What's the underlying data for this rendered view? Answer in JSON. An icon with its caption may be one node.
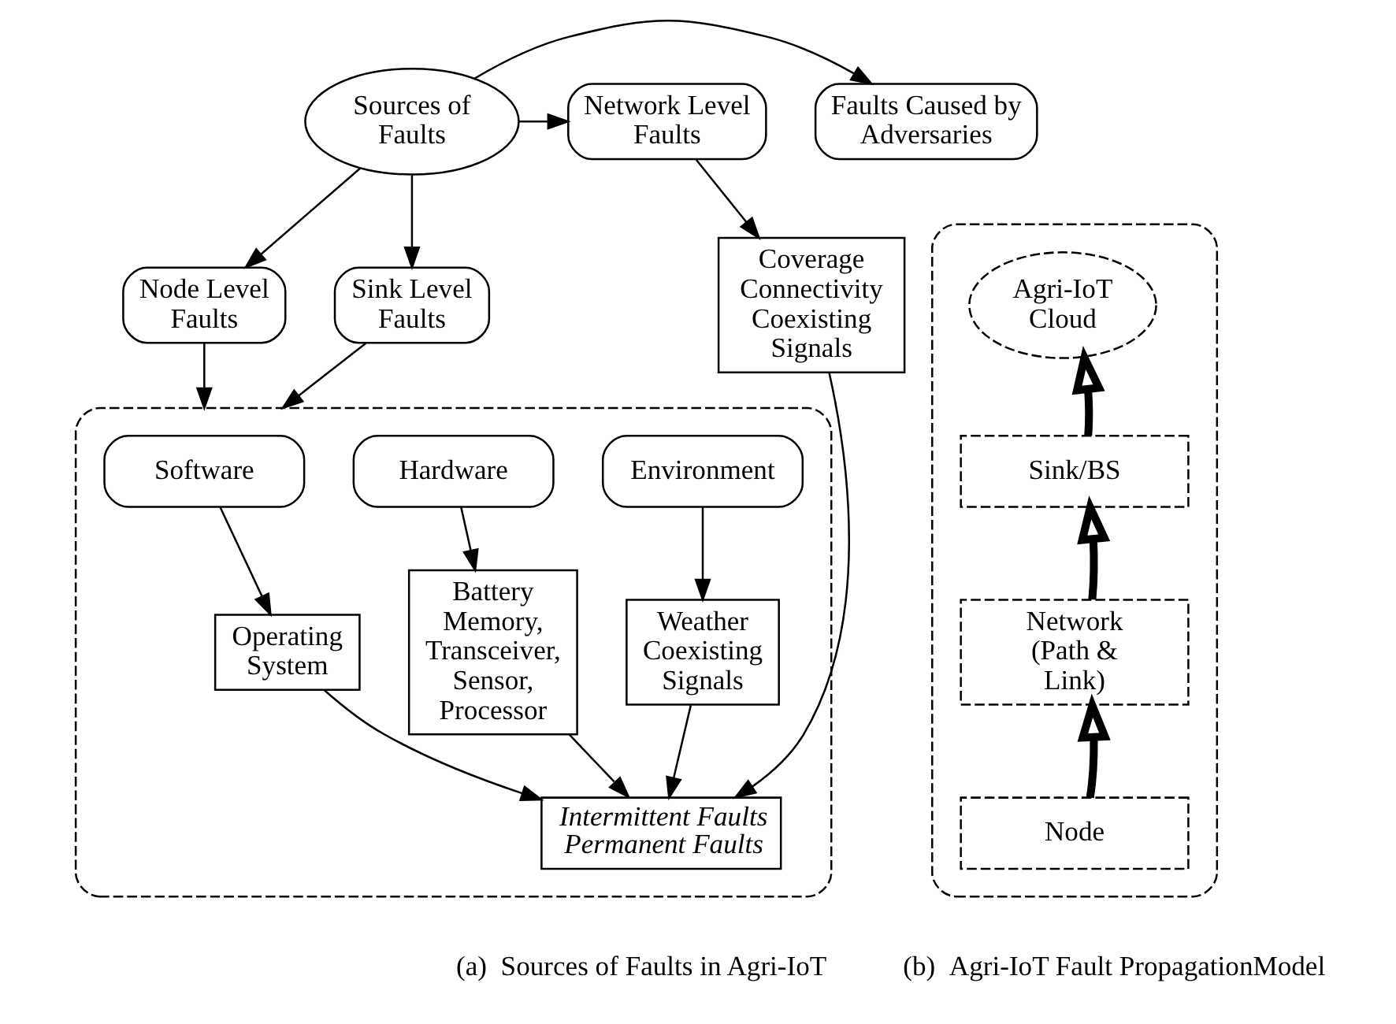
{
  "diagram": {
    "nodes": [
      {
        "text": [
          "Sources of Faults"
        ]
      },
      {
        "text": [
          "Faults Caused by Adversaries"
        ]
      },
      {
        "text": [
          "Network Level Faults"
        ]
      },
      {
        "text": [
          "Node Level Faults"
        ]
      },
      {
        "text": [
          "Sink Level Faults"
        ]
      },
      {
        "text": [
          "Coverage Connectivity Coexisting Signals"
        ]
      },
      {
        "text": [],
        "shape": "box"
      },
      {
        "text": [
          "Software"
        ],
        "in": 6
      },
      {
        "text": [
          "Hardware"
        ],
        "in": 6
      },
      {
        "text": [
          "Environment"
        ],
        "in": 6
      },
      {
        "text": [
          "Operating System"
        ],
        "in": 6
      },
      {
        "text": [
          "Battery Memory, Transceiver, Sensor, Processor"
        ],
        "in": 6
      },
      {
        "text": [
          "Weather Coexisting Signals"
        ],
        "in": 6
      },
      {
        "text": [
          "Intermittent Faults Permanent Faults"
        ],
        "in": 6
      },
      {
        "text": [],
        "shape": "box"
      },
      {
        "text": [
          "Agri-IoT Cloud"
        ],
        "in": 14
      },
      {
        "text": [
          "Sink/BS"
        ],
        "in": 14
      },
      {
        "text": [
          "Network (Path & Link)"
        ],
        "in": 14
      },
      {
        "text": [
          "Node"
        ],
        "in": 14
      }
    ],
    "edges": [
      {
        "from": 0,
        "to": 1,
        "arrow": "to"
      },
      {
        "from": 0,
        "to": 2,
        "arrow": "to"
      },
      {
        "from": 0,
        "to": 3,
        "arrow": "to"
      },
      {
        "from": 0,
        "to": 4,
        "arrow": "to"
      },
      {
        "from": 2,
        "to": 5,
        "arrow": "to"
      },
      {
        "from": 3,
        "to": 6,
        "arrow": "to"
      },
      {
        "from": 4,
        "to": 6,
        "arrow": "to"
      },
      {
        "from": 7,
        "to": 10,
        "arrow": "to"
      },
      {
        "from": 8,
        "to": 11,
        "arrow": "to"
      },
      {
        "from": 9,
        "to": 12,
        "arrow": "to"
      },
      {
        "from": 10,
        "to": 13,
        "arrow": "to"
      },
      {
        "from": 11,
        "to": 13,
        "arrow": "to"
      },
      {
        "from": 12,
        "to": 13,
        "arrow": "to"
      },
      {
        "from": 5,
        "to": 13,
        "arrow": "to"
      },
      {
        "from": 18,
        "to": 17,
        "arrow": "to",
        "style": "thick"
      },
      {
        "from": 17,
        "to": 16,
        "arrow": "to",
        "style": "thick"
      },
      {
        "from": 16,
        "to": 15,
        "arrow": "to",
        "style": "thick"
      }
    ],
    "labels": [
      "(a)  Sources of Faults in Agri-IoT",
      "(b)  Agri-IoT Fault PropagationModel"
    ]
  }
}
